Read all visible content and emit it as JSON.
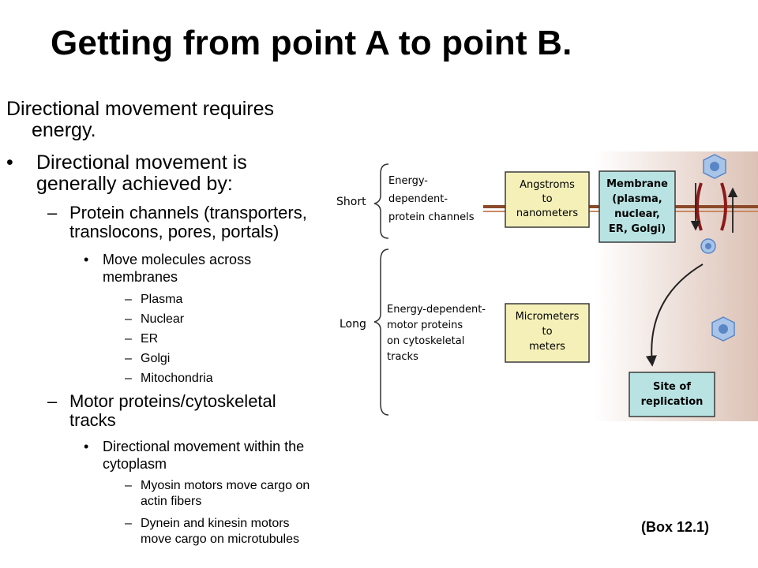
{
  "slide": {
    "title": "Getting from point A to point B.",
    "intro_line1": "Directional movement requires",
    "intro_line2": "energy.",
    "bullet1_line1": "Directional movement is",
    "bullet1_line2": "generally achieved by:",
    "sub1_line1": "Protein channels (transporters,",
    "sub1_line2": "translocons, pores, portals)",
    "sub1_point_line1": "Move molecules across",
    "sub1_point_line2": "membranes",
    "membrane_items": [
      "Plasma",
      "Nuclear",
      "ER",
      "Golgi",
      "Mitochondria"
    ],
    "sub2_line1": "Motor proteins/cytoskeletal",
    "sub2_line2": "tracks",
    "sub2_point_line1": "Directional movement within the",
    "sub2_point_line2": "cytoplasm",
    "motor_item1_line1": "Myosin motors move cargo on",
    "motor_item1_line2": "actin fibers",
    "motor_item2_line1": "Dynein and kinesin motors",
    "motor_item2_line2": "move cargo on microtubules",
    "caption": "(Box 12.1)"
  },
  "figure": {
    "short_label": "Short",
    "long_label": "Long",
    "short_desc": [
      "Energy-",
      "dependent-",
      "protein channels"
    ],
    "long_desc": [
      "Energy-dependent-",
      "motor proteins",
      "on cytoskeletal",
      "tracks"
    ],
    "box_angstroms": [
      "Angstroms",
      "to",
      "nanometers"
    ],
    "box_membrane": [
      "Membrane",
      "(plasma,",
      "nuclear,",
      "ER, Golgi)"
    ],
    "box_micrometers": [
      "Micrometers",
      "to",
      "meters"
    ],
    "box_replication": [
      "Site of",
      "replication"
    ],
    "colors": {
      "box_yellow": "#f4f0b8",
      "box_cyan": "#b9e3e3",
      "box_border": "#3a3a3a",
      "membrane": "#8b4a2a",
      "cell_gradient_start": "#ffffff",
      "cell_gradient_end": "#dcc2b6",
      "virion_blue": "#5a86c6",
      "virion_shell": "#a8c4e8"
    }
  }
}
